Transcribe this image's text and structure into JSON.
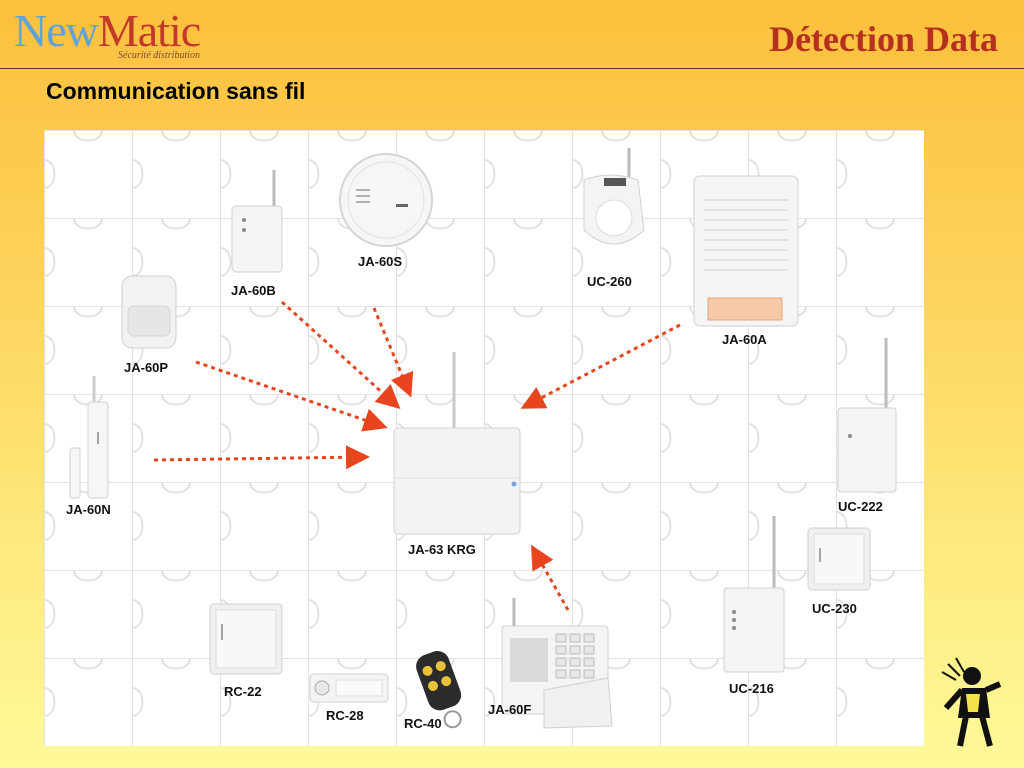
{
  "header": {
    "logo_new": "New",
    "logo_matic": "Matic",
    "logo_tagline": "Sécurité distribution",
    "title": "Détection Data"
  },
  "subtitle": "Communication sans fil",
  "devices": {
    "ja60b": "JA-60B",
    "ja60s": "JA-60S",
    "uc260": "UC-260",
    "ja60a": "JA-60A",
    "ja60p": "JA-60P",
    "ja60n": "JA-60N",
    "ja63krg": "JA-63 KRG",
    "uc222": "UC-222",
    "uc230": "UC-230",
    "uc216": "UC-216",
    "rc22": "RC-22",
    "rc28": "RC-28",
    "rc40": "RC-40",
    "ja60f": "JA-60F"
  },
  "colors": {
    "arrow": "#e8451e",
    "title": "#b5301f",
    "logo_blue": "#5fa3d6",
    "logo_red": "#c0392b"
  }
}
